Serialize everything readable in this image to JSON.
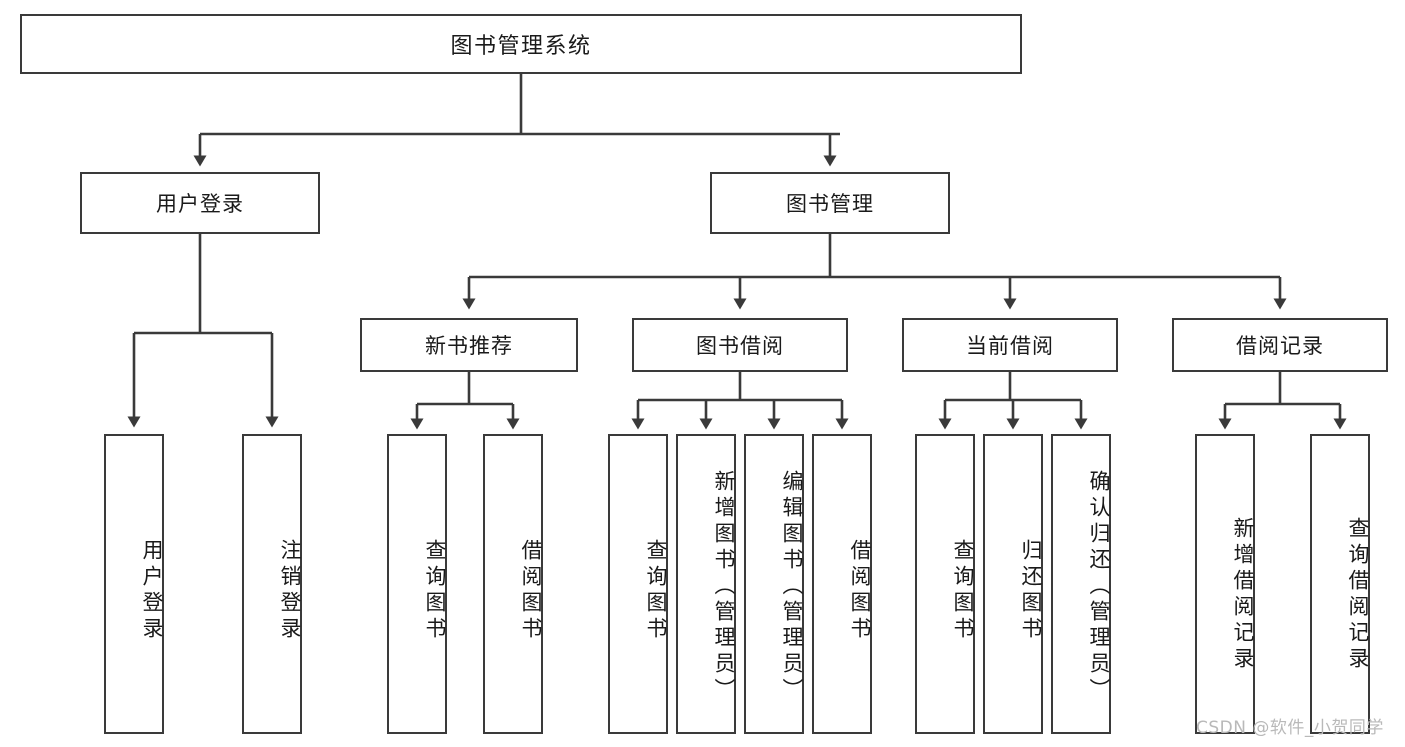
{
  "diagram": {
    "title": "图书管理系统",
    "type": "tree-hierarchy",
    "root": {
      "label": "图书管理系统"
    },
    "level2": [
      {
        "label": "用户登录"
      },
      {
        "label": "图书管理"
      }
    ],
    "level3": [
      {
        "label": "新书推荐"
      },
      {
        "label": "图书借阅"
      },
      {
        "label": "当前借阅"
      },
      {
        "label": "借阅记录"
      }
    ],
    "leaves": {
      "user_login": [
        {
          "label": "用户登录"
        },
        {
          "label": "注销登录"
        }
      ],
      "new_book_recommend": [
        {
          "label": "查询图书"
        },
        {
          "label": "借阅图书"
        }
      ],
      "book_borrow": [
        {
          "label": "查询图书"
        },
        {
          "label": "新增图书（管理员）"
        },
        {
          "label": "编辑图书（管理员）"
        },
        {
          "label": "借阅图书"
        }
      ],
      "current_borrow": [
        {
          "label": "查询图书"
        },
        {
          "label": "归还图书"
        },
        {
          "label": "确认归还（管理员）"
        }
      ],
      "borrow_record": [
        {
          "label": "新增借阅记录"
        },
        {
          "label": "查询借阅记录"
        }
      ]
    }
  },
  "watermark": {
    "text": "CSDN @软件_小贺同学"
  },
  "colors": {
    "stroke": "#3a3a3a",
    "box_fill": "#ffffff",
    "text": "#1a1a1a",
    "watermark": "#b9b9b9",
    "page_bg": "#ffffff"
  }
}
